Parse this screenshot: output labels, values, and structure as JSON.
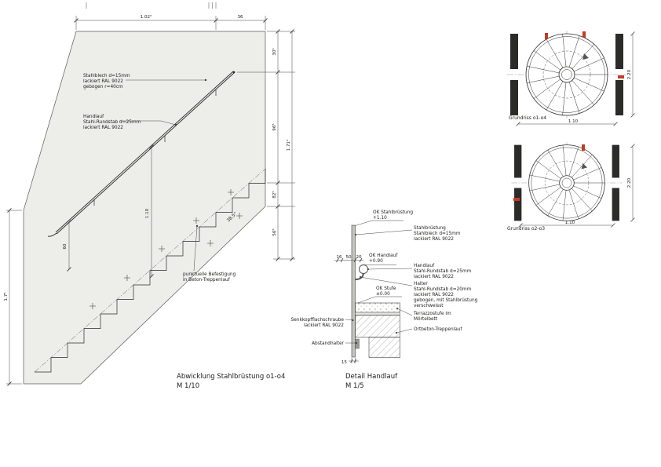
{
  "sheet": {
    "background": "#ffffff"
  },
  "colors": {
    "band_fill": "#ededе9",
    "line": "#2a2a28",
    "red_mark": "#c43b22",
    "hatch": "#8a8a85",
    "plate_fill": "#c4c4bf"
  },
  "elevation": {
    "title": "Abwicklung Stahlbrüstung o1-o4",
    "scale": "M 1/10",
    "angle": "38.5°",
    "notes": {
      "blech": [
        "Stahlblech d=15mm",
        "lackiert RAL 9022",
        "gebogen r=40cm"
      ],
      "handlauf": [
        "Handlauf",
        "Stahl-Rundstab d=25mm",
        "lackiert RAL 9022"
      ],
      "befestigung": [
        "punktuelle Befestigung",
        "in Beton-Treppenlauf"
      ]
    },
    "dims": {
      "top_a": "1.02⁵",
      "top_b": "36",
      "right_a": "30⁵",
      "right_b": "96⁵",
      "right_c": "82⁵",
      "right_d": "56⁵",
      "right_total": "1.71⁵",
      "left_total": "1.7⁵",
      "rail_height": "1.10",
      "post": "60"
    }
  },
  "detail": {
    "title": "Detail Handlauf",
    "scale": "M 1/5",
    "levels": {
      "bruestung": {
        "label": "OK Stahlbrüstung",
        "value": "+1.10"
      },
      "handlauf": {
        "label": "OK Handlauf",
        "value": "+0.90"
      },
      "stufe": {
        "label": "OK Stufe",
        "value": "±0.00"
      }
    },
    "notes": {
      "bruestung": [
        "Stahlbrüstung",
        "Stahlblech d=15mm",
        "lackiert RAL 9022"
      ],
      "handlauf": [
        "Handlauf",
        "Stahl-Rundstab d=25mm",
        "lackiert RAL 9022"
      ],
      "halter": [
        "Halter",
        "Stahl-Rundstab d=20mm",
        "lackiert RAL 9022",
        "gebogen, mit Stahlbrüstung",
        "verschweisst"
      ],
      "terrazzo": [
        "Terrazzostufe im",
        "Mörtelbett"
      ],
      "lauf": [
        "Ortbeton-Treppenlauf"
      ],
      "schraube": [
        "Senkkopfflachschraube",
        "lackiert RAL 9022"
      ],
      "abstand": [
        "Abstandhalter"
      ]
    },
    "dims": {
      "a": "16",
      "b": "50",
      "c": "20",
      "d": "15"
    }
  },
  "plans": [
    {
      "caption": "Grundriss o1-o4",
      "dim_right": "2.20",
      "dim_bottom": "1.10"
    },
    {
      "caption": "Grundriss o2-o3",
      "dim_right": "2.20",
      "dim_bottom": "1.10"
    }
  ]
}
